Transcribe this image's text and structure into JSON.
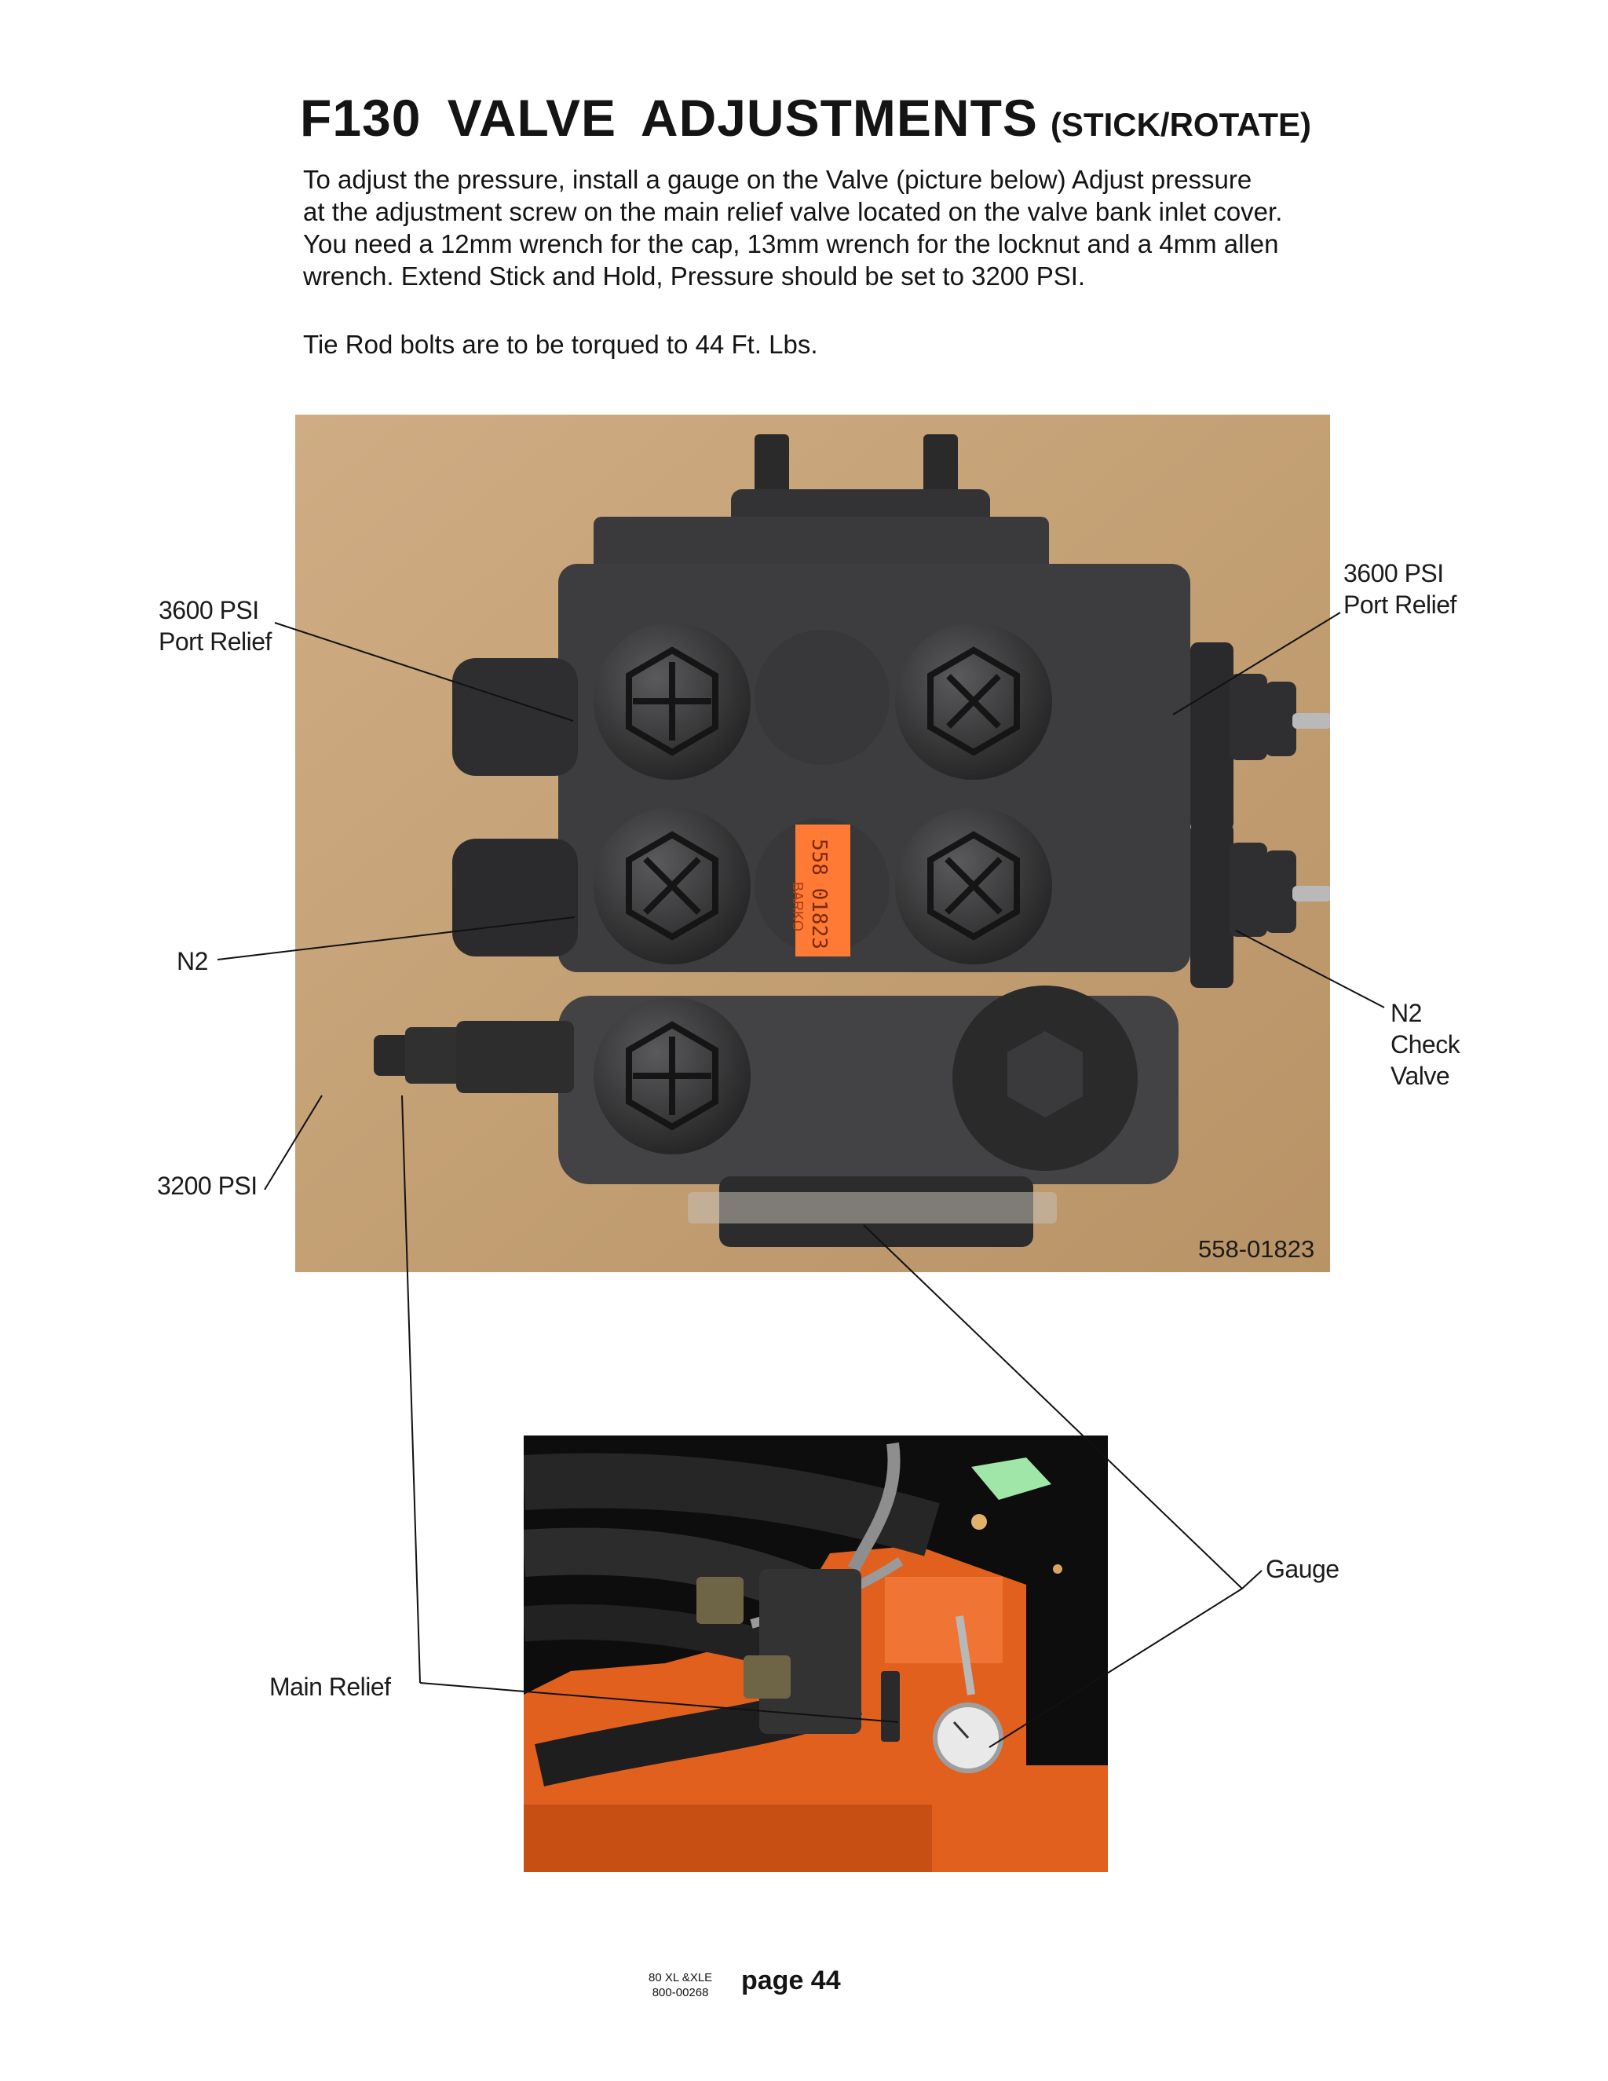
{
  "title": {
    "main": "F130 VALVE ADJUSTMENTS",
    "sub": "(STICK/ROTATE)"
  },
  "intro_lines": [
    "To adjust the pressure, install a gauge on the Valve (picture below) Adjust pressure",
    "at the adjustment screw on the main relief valve located on the valve bank inlet cover.",
    "You need a 12mm wrench for the cap, 13mm wrench for the locknut and a 4mm allen",
    "wrench. Extend Stick and Hold, Pressure should be set to 3200 PSI."
  ],
  "torque_note": "Tie Rod bolts are to be torqued to 44 Ft. Lbs.",
  "callouts": {
    "port_relief_left": [
      "3600 PSI",
      "Port Relief"
    ],
    "port_relief_right": [
      "3600 PSI",
      "Port Relief"
    ],
    "n2": "N2",
    "n2_check_valve": [
      "N2",
      "Check",
      "Valve"
    ],
    "psi_3200": "3200 PSI",
    "gauge": "Gauge",
    "main_relief": "Main Relief"
  },
  "valve_photo": {
    "part_number": "558-01823",
    "sticker_brand": "BARKO",
    "sticker_number": "558 01823"
  },
  "footer": {
    "model": "80 XL &XLE",
    "doc_number": "800-00268",
    "page": "page 44"
  },
  "colors": {
    "cardboard": "#c9a57c",
    "valve_body": "#3c3c3e",
    "sticker": "#ff7a35",
    "machine_orange": "#e2601e"
  }
}
